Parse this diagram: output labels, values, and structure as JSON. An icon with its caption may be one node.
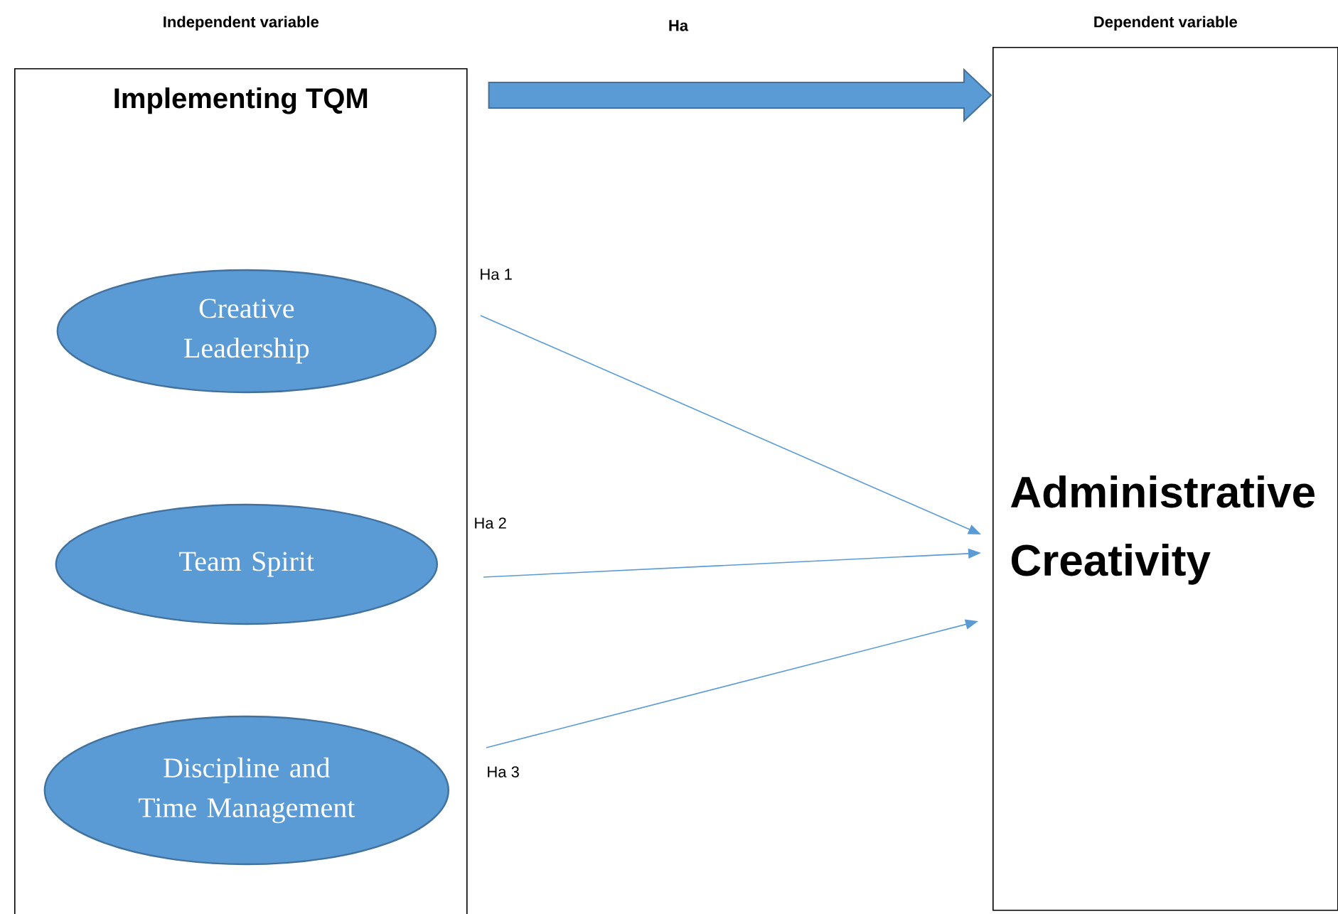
{
  "diagram": {
    "nodes": [
      {
        "text": [
          "Implementing TQM"
        ],
        "beside": [
          "Independent variable"
        ]
      },
      {
        "text": [
          "Creative Leadership"
        ],
        "in": 0
      },
      {
        "text": [
          "Team Spirit"
        ],
        "in": 0
      },
      {
        "text": [
          "Discipline and Time Management"
        ],
        "in": 0
      },
      {
        "text": [
          "Administrative Creativity"
        ],
        "beside": [
          "Dependent variable"
        ]
      }
    ],
    "edges": [
      {
        "from": 0,
        "to": 4,
        "arrow": "to",
        "style": "thick"
      },
      {
        "from": 1,
        "to": 4,
        "arrow": "to",
        "label": "Ha 1"
      },
      {
        "from": 2,
        "to": 4,
        "arrow": "to",
        "label": "Ha 2"
      },
      {
        "from": 3,
        "to": 4,
        "arrow": "to",
        "label": "Ha 3"
      }
    ],
    "labels": [
      "Ha"
    ]
  }
}
